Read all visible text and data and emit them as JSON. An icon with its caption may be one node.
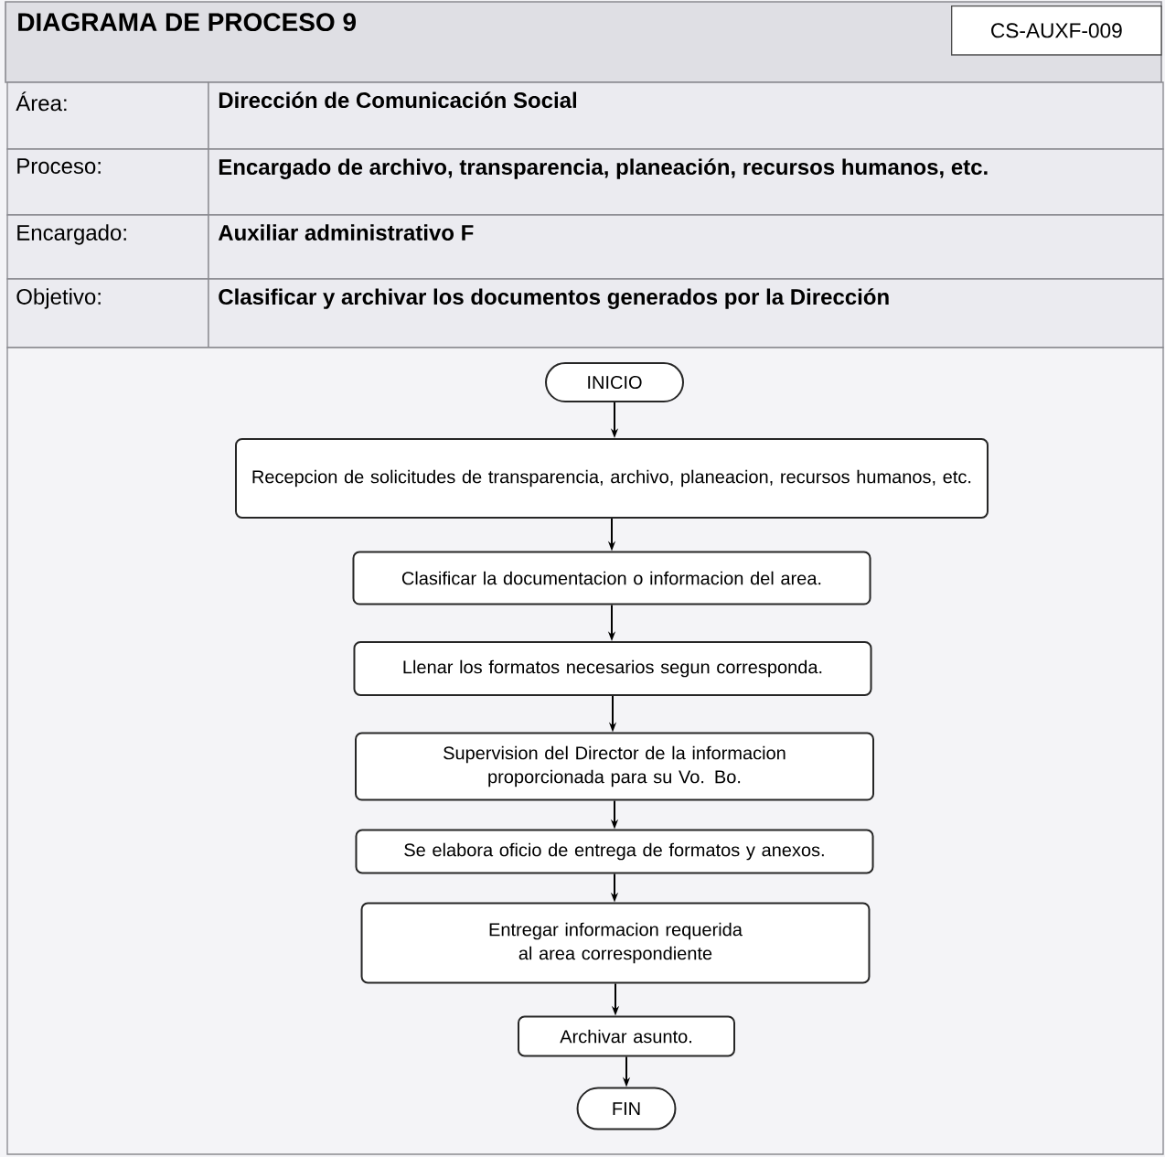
{
  "diagram": {
    "title": "DIAGRAMA DE PROCESO 9",
    "nodes": [
      {
        "text": [
          "INICIO"
        ]
      },
      {
        "text": [
          "Recepcion de solicitudes de transparencia, archivo, planeacion, recursos humanos, etc."
        ]
      },
      {
        "text": [
          "Clasificar la documentacion o informacion del area."
        ]
      },
      {
        "text": [
          "Llenar los formatos necesarios segun corresponda."
        ]
      },
      {
        "text": [
          "Supervision del Director de la informacion proporcionada para su Vo. Bo."
        ]
      },
      {
        "text": [
          "Se elabora oficio de entrega de formatos y anexos."
        ]
      },
      {
        "text": [
          "Entregar informacion requerida al area correspondiente"
        ]
      },
      {
        "text": [
          "Archivar asunto."
        ]
      },
      {
        "text": [
          "FIN"
        ]
      }
    ],
    "edges": [
      {
        "from": 0,
        "to": 1,
        "arrow": "to"
      },
      {
        "from": 1,
        "to": 2,
        "arrow": "to"
      },
      {
        "from": 2,
        "to": 3,
        "arrow": "to"
      },
      {
        "from": 3,
        "to": 4,
        "arrow": "to"
      },
      {
        "from": 4,
        "to": 5,
        "arrow": "to"
      },
      {
        "from": 5,
        "to": 6,
        "arrow": "to"
      },
      {
        "from": 6,
        "to": 7,
        "arrow": "to"
      },
      {
        "from": 7,
        "to": 8,
        "arrow": "to"
      }
    ],
    "labels": [
      "CS-AUXF-009",
      "Área:",
      "Dirección de Comunicación Social",
      "Proceso:",
      "Encargado de archivo, transparencia, planeación, recursos humanos, etc.",
      "Encargado:",
      "Auxiliar administrativo F",
      "Objetivo:",
      "Clasificar y archivar los documentos generados por la Dirección"
    ]
  }
}
